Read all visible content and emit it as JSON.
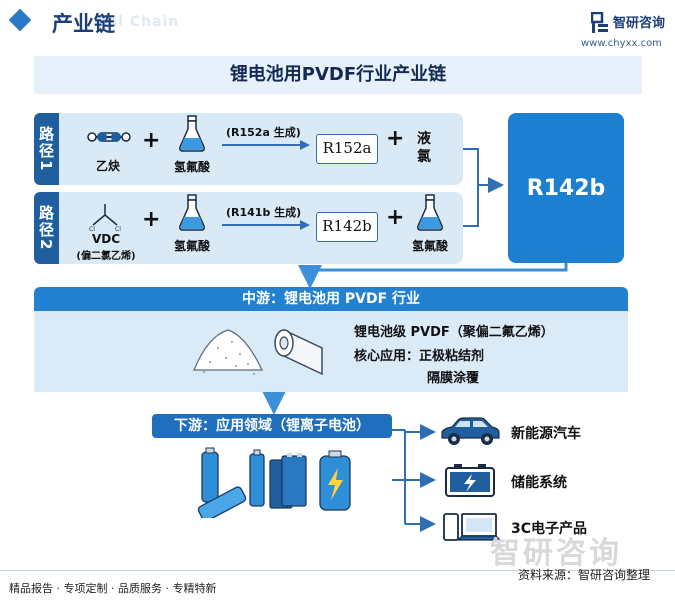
{
  "header": {
    "title": "产业链",
    "ghost_text": "rial Chain",
    "logo_name": "智研咨询",
    "logo_url": "www.chyxx.com"
  },
  "main_title": "锂电池用PVDF行业产业链",
  "route1": {
    "label": "路径1",
    "reactant1": "乙炔",
    "reactant2": "氢氟酸",
    "condition": "(R152a 生成)",
    "product": "R152a",
    "reactant3": "液氯"
  },
  "route2": {
    "label": "路径2",
    "reactant1_a": "VDC",
    "reactant1_b": "(偏二氯乙烯)",
    "reactant2": "氢氟酸",
    "condition": "(R141b 生成)",
    "product": "R142b",
    "reactant3": "氢氟酸"
  },
  "upstream_product": "R142b",
  "midstream": {
    "title": "中游：锂电池用 PVDF 行业",
    "line1": "锂电池级 PVDF（聚偏二氟乙烯）",
    "line2": "核心应用：正极粘结剂",
    "line3": "隔膜涂覆"
  },
  "downstream": {
    "title": "下游：应用领域（锂离子电池）",
    "apps": [
      "新能源汽车",
      "储能系统",
      "3C电子产品"
    ]
  },
  "footer": {
    "left": "精品报告 · 专项定制 · 品质服务 · 专精特新",
    "source": "资料来源：智研咨询整理",
    "watermark": "智研咨询"
  },
  "colors": {
    "accent": "#1d7fd0",
    "dark": "#1f5f9f",
    "light_panel": "#d9eaf6",
    "title": "#1d3f78"
  }
}
